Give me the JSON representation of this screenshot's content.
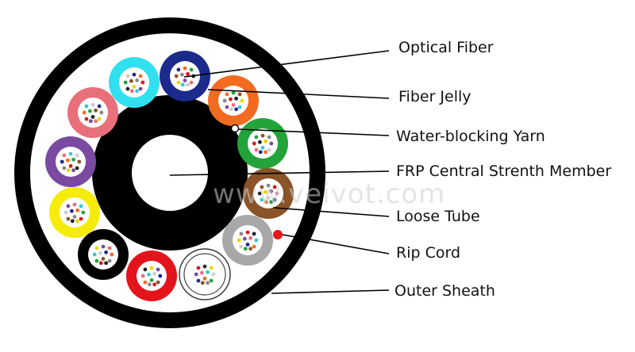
{
  "watermark": "www.veivot.com",
  "labels": {
    "optical_fiber": "Optical Fiber",
    "fiber_jelly": "Fiber Jelly",
    "water_blocking_yarn": "Water-blocking Yarn",
    "frp_member": "FRP Central Strenth Member",
    "loose_tube": "Loose Tube",
    "rip_cord": "Rip Cord",
    "outer_sheath": "Outer Sheath"
  },
  "colors": {
    "sheath": "#000000",
    "fill": "#ffffff",
    "rip_cord": "#e8141c",
    "tubes": {
      "blue": "#1c2a8c",
      "orange": "#f26b21",
      "green": "#22a43a",
      "brown": "#8a5428",
      "gray": "#a8a8a8",
      "white": "#ffffff",
      "red": "#e3141b",
      "black": "#000000",
      "yellow": "#f5ec0b",
      "violet": "#7a4aa0",
      "rose": "#e8707a",
      "aqua": "#30e0ee"
    },
    "fibers": [
      "#1c2a8c",
      "#f26b21",
      "#22a43a",
      "#8a5428",
      "#888888",
      "#e3141b",
      "#222222",
      "#e6d800",
      "#7a4aa0",
      "#e8707a",
      "#30c8e0",
      "#cccccc"
    ]
  }
}
